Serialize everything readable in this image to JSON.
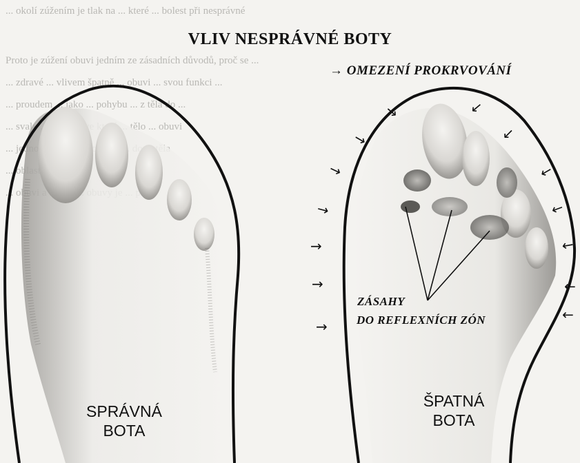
{
  "figure": {
    "title": "VLIV NESPRÁVNÉ BOTY",
    "annotation_top": "OMEZENÍ PROKRVOVÁNÍ",
    "annotation_zones_line1": "ZÁSAHY",
    "annotation_zones_line2": "DO REFLEXNÍCH ZÓN",
    "left_label_line1": "SPRÁVNÁ",
    "left_label_line2": "BOTA",
    "right_label_line1": "ŠPATNÁ",
    "right_label_line2": "BOTA",
    "arrow_glyph": "→"
  },
  "background_text": [
    "... okolí zúžením je tlak na ... které ... bolest při nesprávné",
    "... obuvi a tím to ... obuvy je ... přes",
    "Proto je zúžení obuvi jedním ze zásadních důvodů, proč se ...",
    "... zdravé ... vlivem špatně ... obuvi ... svou funkci ...",
    "... proudem ... jako ... pohybu ... z těla do ...",
    "... svaly ... nohy ... ve které ... tělo ... obuvi",
    "... jednotlivé části ... oblasti ... do ... těla",
    "... oblasti ..."
  ],
  "colors": {
    "ink": "#111111",
    "background": "#f4f3f0",
    "faded_text": "#b9b8b4"
  }
}
